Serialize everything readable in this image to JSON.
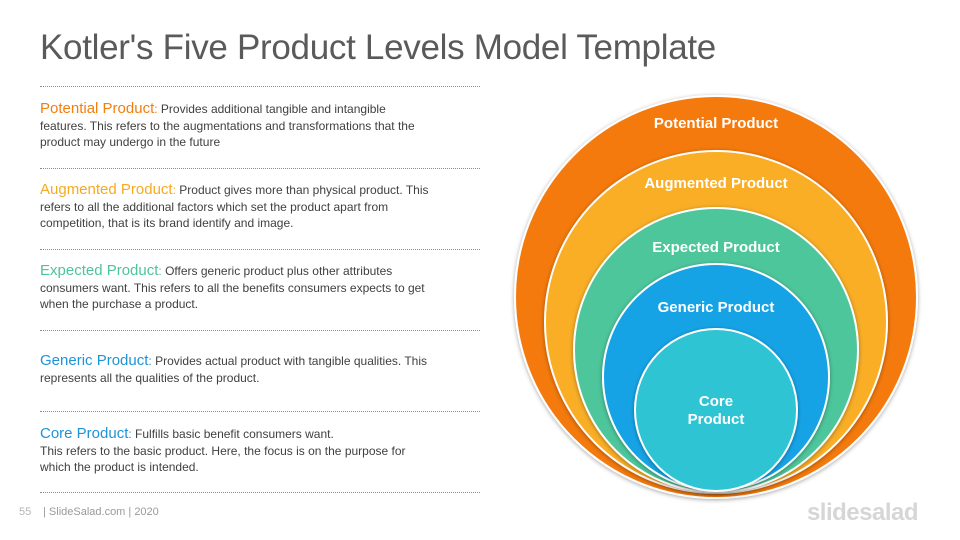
{
  "title": "Kotler's Five Product Levels Model Template",
  "items": [
    {
      "title": "Potential Product",
      "color": "#f07f10",
      "lines": [
        "Provides additional tangible and intangible",
        "features. This refers to the augmentations and transformations that the",
        "product may undergo in the future"
      ]
    },
    {
      "title": "Augmented Product",
      "color": "#f5aa20",
      "lines": [
        "Product gives more than physical product. This",
        "refers to all the additional factors which set the product apart from",
        "competition, that is its brand identify and image."
      ]
    },
    {
      "title": "Expected Product",
      "color": "#4ec49a",
      "lines": [
        "Offers generic product plus other attributes",
        "consumers want. This refers to all the benefits consumers expects to get",
        "when the purchase a product."
      ]
    },
    {
      "title": "Generic Product",
      "color": "#1e93d8",
      "lines": [
        "Provides actual product with tangible qualities. This",
        "represents all the qualities of the product."
      ]
    },
    {
      "title": "Core Product",
      "color": "#1e93d8",
      "lines": [
        "Fulfills basic benefit consumers want.",
        "This refers to the basic product. Here, the focus is on the purpose for",
        "which the product is intended."
      ]
    }
  ],
  "diagram": {
    "levels": [
      {
        "label": "Potential Product",
        "color": "#f47a0a"
      },
      {
        "label": "Augmented Product",
        "color": "#f9ae27"
      },
      {
        "label": "Expected Product",
        "color": "#4ec69c"
      },
      {
        "label": "Generic Product",
        "color": "#14a3e6"
      },
      {
        "label_lines": [
          "Core",
          "Product"
        ],
        "color": "#2ec4d3"
      }
    ]
  },
  "footer": {
    "page_number": "55",
    "copyright": "| SlideSalad.com | 2020",
    "logo": "slidesalad"
  }
}
